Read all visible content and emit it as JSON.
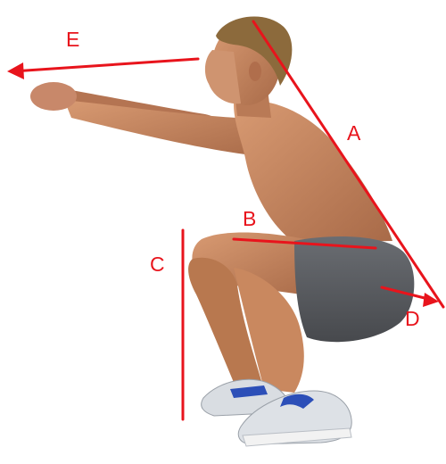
{
  "labels": {
    "a": "A",
    "b": "B",
    "c": "C",
    "d": "D",
    "e": "E"
  },
  "colors": {
    "annotation": "#e8141c",
    "skin": "#c98a64",
    "skin_shadow": "#9a6244",
    "hair": "#8c6a3c",
    "shorts": "#5e6166",
    "shorts_shadow": "#44474b",
    "shoe": "#d9dde2",
    "shoe_accent": "#2c4fb8",
    "sole": "#f2f2f2"
  },
  "icons": {
    "figure": "squatting-man-illustration",
    "arrow_e": "arrow-left-icon",
    "arrow_d": "arrow-right-icon"
  }
}
